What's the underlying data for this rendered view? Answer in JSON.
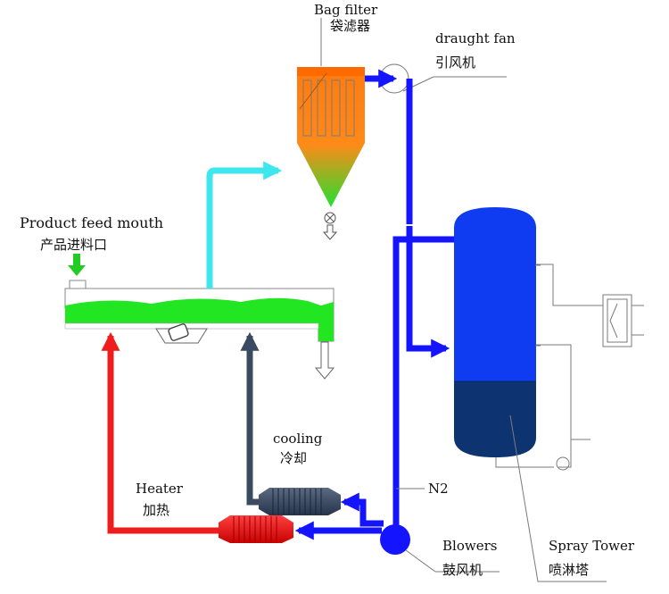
{
  "labels": {
    "bag_filter_en": "Bag filter",
    "bag_filter_cn": "袋滤器",
    "draught_fan_en": "draught fan",
    "draught_fan_cn": "引风机",
    "product_feed_en": "Product feed mouth",
    "product_feed_cn": "产品进料口",
    "cooling_en": "cooling",
    "cooling_cn": "冷却",
    "heater_en": "Heater",
    "heater_cn": "加热",
    "n2": "N2",
    "blowers_en": "Blowers",
    "blowers_cn": "鼓风机",
    "spray_tower_en": "Spray Tower",
    "spray_tower_cn": "喷淋塔"
  },
  "colors": {
    "nitrogen_line": "#1414ff",
    "hot_line": "#ee1c1c",
    "cool_line": "#3a4a60",
    "exhaust_line": "#3ee6ee",
    "product": "#22e622",
    "feed_arrow": "#22cc22",
    "bag_filter_top": "#ff7a10",
    "bag_filter_bottom": "#22e030",
    "tower_top": "#0f3cf0",
    "tower_bottom": "#0d3470"
  }
}
